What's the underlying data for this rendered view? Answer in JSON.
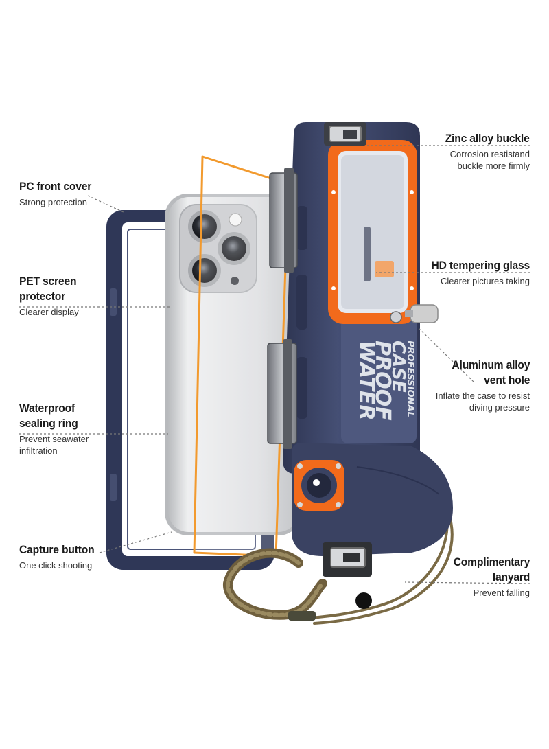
{
  "product": {
    "case_print": {
      "line1": "WATER",
      "line2": "PROOF",
      "line3": "CASE",
      "line4": "PROFESSIONAL"
    }
  },
  "callouts": {
    "pc_front_cover": {
      "title": "PC front cover",
      "sub": "Strong protection"
    },
    "pet_protector": {
      "title": "PET screen\nprotector",
      "sub": "Clearer display"
    },
    "sealing_ring": {
      "title": "Waterproof\nsealing ring",
      "sub": "Prevent seawater\ninfiltration"
    },
    "capture_button": {
      "title": "Capture button",
      "sub": "One click shooting"
    },
    "zinc_buckle": {
      "title": "Zinc alloy buckle",
      "sub": "Corrosion restistand\nbuckle more firmly"
    },
    "hd_glass": {
      "title": "HD tempering glass",
      "sub": "Clearer pictures taking"
    },
    "vent_hole": {
      "title": "Aluminum alloy\nvent hole",
      "sub": "Inflate the case to resist\ndiving pressure"
    },
    "lanyard": {
      "title": "Complimentary\nlanyard",
      "sub": "Prevent falling"
    }
  },
  "colors": {
    "case_navy": "#3c4566",
    "accent_orange": "#f26a1b",
    "phone_silver": "#d9dadc",
    "lanyard_olive": "#7a6a45",
    "leader_line": "#777777"
  }
}
